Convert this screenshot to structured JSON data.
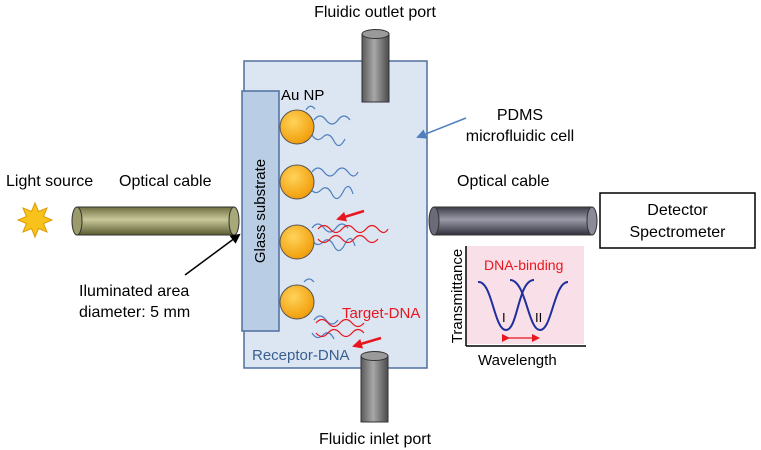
{
  "labels": {
    "fluidic_outlet_port": "Fluidic outlet port",
    "fluidic_inlet_port": "Fluidic inlet port",
    "au_np": "Au NP",
    "pdms_line1": "PDMS",
    "pdms_line2": "microfluidic cell",
    "light_source": "Light source",
    "optical_cable_left": "Optical cable",
    "optical_cable_right": "Optical cable",
    "glass_substrate": "Glass substrate",
    "detector_line1": "Detector",
    "detector_line2": "Spectrometer",
    "illuminated_line1": "Iluminated area",
    "illuminated_line2": "diameter: 5 mm",
    "target_dna": "Target-DNA",
    "receptor_dna": "Receptor-DNA"
  },
  "inset": {
    "title": "DNA-binding",
    "ylabel": "Transmittance",
    "xlabel": "Wavelength",
    "peak_1": "I",
    "peak_2": "II"
  },
  "colors": {
    "cell_fill": "#dce6f2",
    "cell_stroke": "#4f6fa0",
    "substrate_fill": "#b9cde5",
    "nanoparticle": "#f5a70f",
    "receptor_dna": "#4f7fbf",
    "target_dna": "#e8161e",
    "inset_bg": "#f9dfe8",
    "inset_curve": "#1f2f9e",
    "cable_left": "#8b8b5a",
    "cable_right": "#555566",
    "port": "#808080"
  }
}
